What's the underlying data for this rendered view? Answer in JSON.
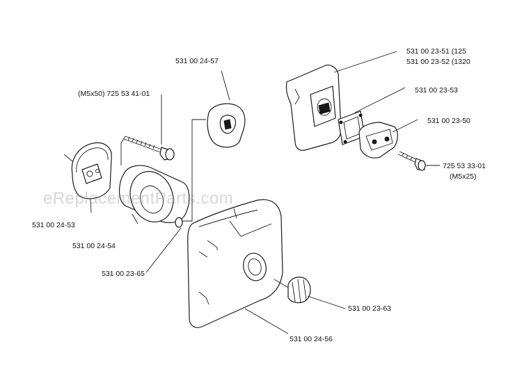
{
  "watermark": "eReplacementParts.com",
  "callouts": {
    "p_24_57": "531 00 24-57",
    "p_m5x50": "(M5x50) 725 53 41-01",
    "p_23_51": "531 00 23-51 (125",
    "p_23_52": "531 00 23-52 (1320",
    "p_23_53": "531 00 23-53",
    "p_23_50": "531 00 23-50",
    "p_33_01": "725 53 33-01",
    "p_m5x25": "(M5x25)",
    "p_24_53": "531 00 24-53",
    "p_24_54": "531 00 24-54",
    "p_23_65": "531 00 23-65",
    "p_23_63": "531 00 23-63",
    "p_24_56": "531 00 24-56"
  }
}
